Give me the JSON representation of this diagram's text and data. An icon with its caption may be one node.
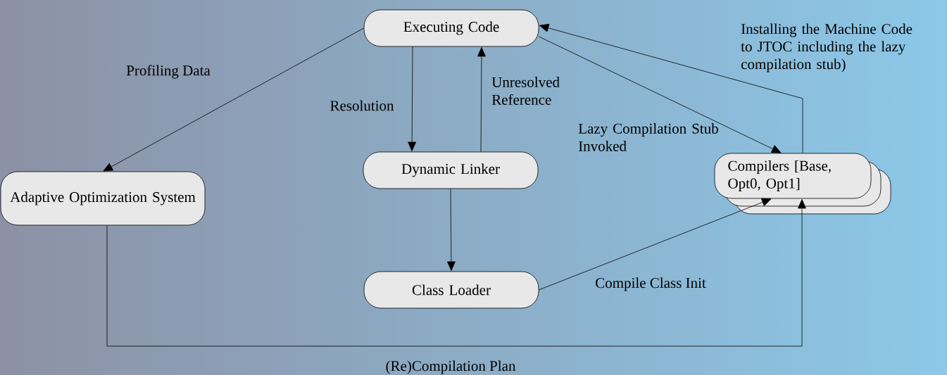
{
  "diagram": {
    "nodes": [
      {
        "text": [
          "Executing Code"
        ]
      },
      {
        "text": [
          "Adaptive Optimization System"
        ]
      },
      {
        "text": [
          "Dynamic Linker"
        ]
      },
      {
        "text": [
          "Class Loader"
        ]
      },
      {
        "text": [
          "Compilers [Base, Opt0, Opt1]"
        ]
      }
    ],
    "edges": [
      {
        "from": 0,
        "to": 1,
        "arrow": "to",
        "label": "Profiling Data"
      },
      {
        "from": 0,
        "to": 2,
        "arrow": "to",
        "label": "Resolution"
      },
      {
        "from": 2,
        "to": 0,
        "arrow": "to",
        "label": "Unresolved Reference"
      },
      {
        "from": 0,
        "to": 4,
        "arrow": "to",
        "label": "Lazy Compilation Stub Invoked"
      },
      {
        "from": 4,
        "to": 0,
        "arrow": "to",
        "label": "Installing the Machine Code to JTOC including the lazy compilation stub)"
      },
      {
        "from": 2,
        "to": 3,
        "arrow": "to"
      },
      {
        "from": 3,
        "to": 4,
        "arrow": "to",
        "label": "Compile Class Init"
      },
      {
        "from": 1,
        "to": 4,
        "arrow": "to",
        "label": "(Re)Compilation Plan"
      }
    ]
  }
}
